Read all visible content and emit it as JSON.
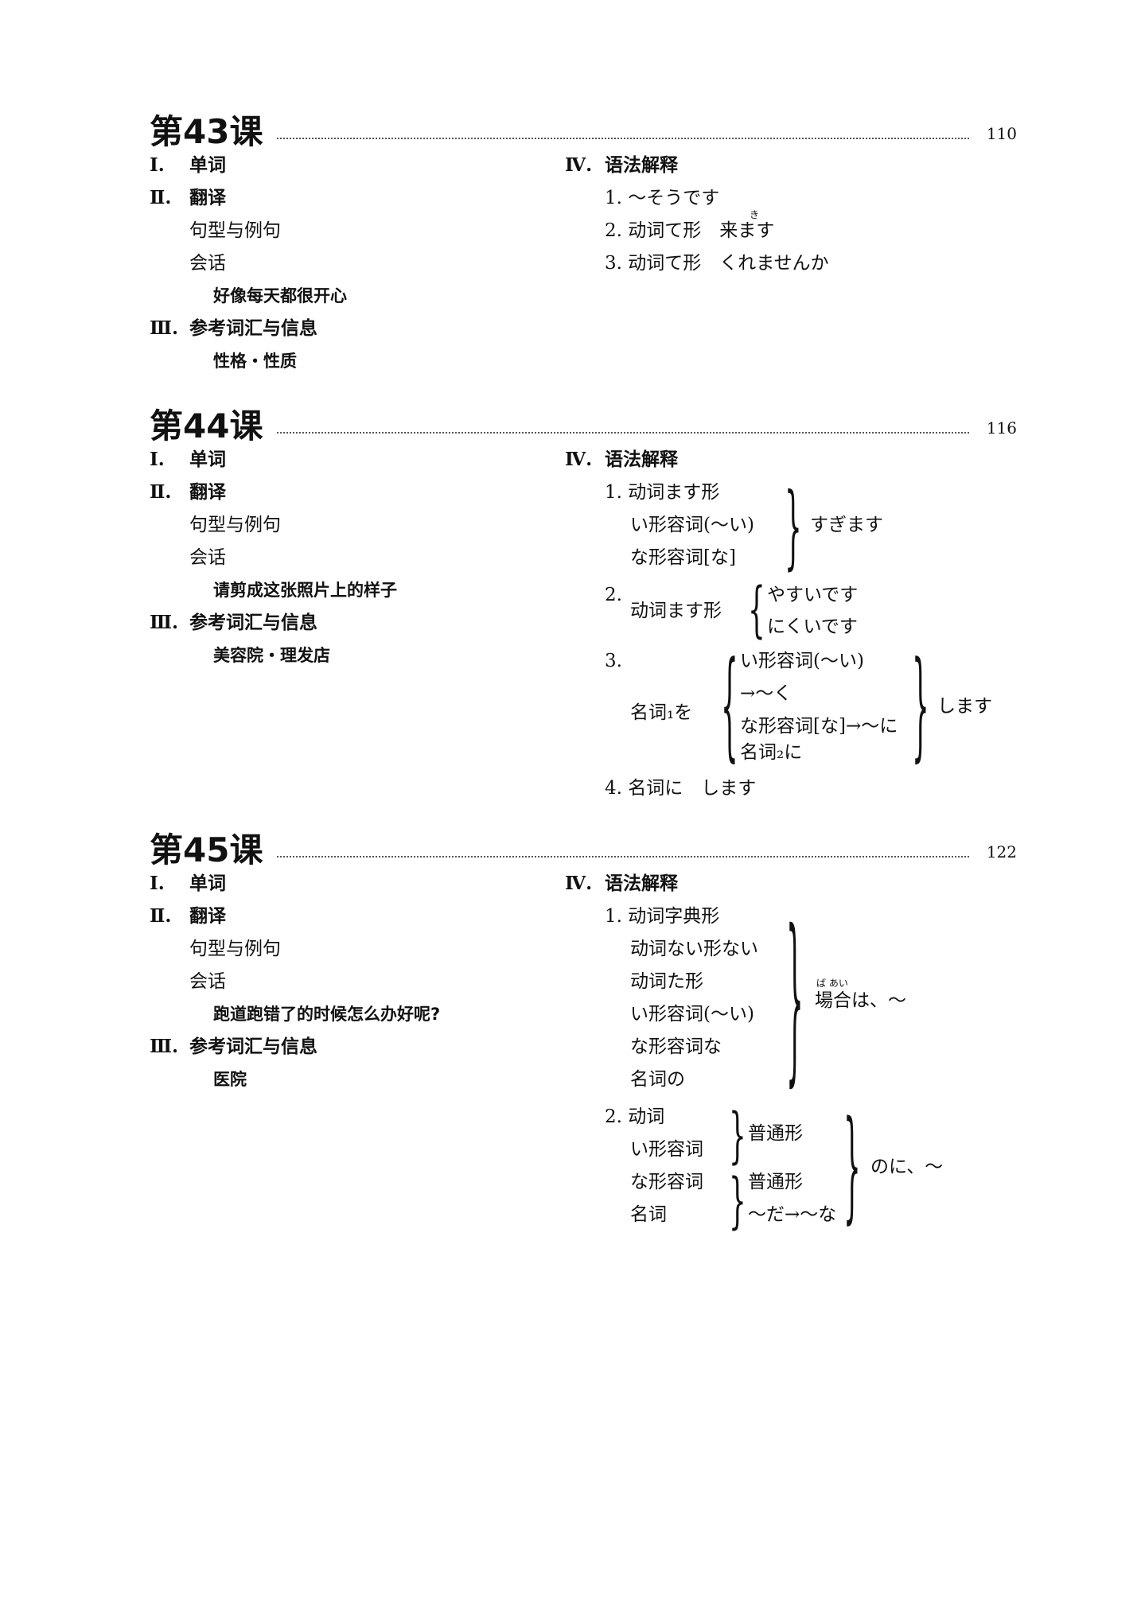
{
  "lessons": [
    {
      "title": "第43课",
      "page": "110",
      "left": {
        "item1": {
          "num": "Ⅰ.",
          "label": "单词"
        },
        "item2": {
          "num": "Ⅱ.",
          "label": "翻译"
        },
        "sub1": "句型与例句",
        "sub2": "会话",
        "dialog": "好像每天都很开心",
        "item3": {
          "num": "Ⅲ.",
          "label": "参考词汇与信息"
        },
        "info": "性格・性质"
      },
      "grammar": {
        "num": "Ⅳ.",
        "label": "语法解释",
        "g1": "1. ～そうです",
        "g2": "2. 动词て形　来ます",
        "g2_ruby": "き",
        "g3": "3. 动词て形　くれませんか"
      }
    },
    {
      "title": "第44课",
      "page": "116",
      "left": {
        "item1": {
          "num": "Ⅰ.",
          "label": "单词"
        },
        "item2": {
          "num": "Ⅱ.",
          "label": "翻译"
        },
        "sub1": "句型与例句",
        "sub2": "会话",
        "dialog": "请剪成这张照片上的样子",
        "item3": {
          "num": "Ⅲ.",
          "label": "参考词汇与信息"
        },
        "info": "美容院・理发店"
      },
      "grammar": {
        "num": "Ⅳ.",
        "label": "语法解释",
        "g1_a": "1. 动词ます形",
        "g1_b": "い形容词(～い)",
        "g1_c": "な形容词[な]",
        "g1_result": "すぎます",
        "g2_num": "2.",
        "g2_base": "动词ます形",
        "g2_a": "やすいです",
        "g2_b": "にくいです",
        "g3_num": "3.",
        "g3_noun": "名词₁を",
        "g3_a": "い形容词(～い)",
        "g3_b": "→～く",
        "g3_c": "な形容词[な]→～に",
        "g3_d": "名词₂に",
        "g3_result": "します",
        "g4": "4. 名词に　します"
      }
    },
    {
      "title": "第45课",
      "page": "122",
      "left": {
        "item1": {
          "num": "Ⅰ.",
          "label": "单词"
        },
        "item2": {
          "num": "Ⅱ.",
          "label": "翻译"
        },
        "sub1": "句型与例句",
        "sub2": "会话",
        "dialog": "跑道跑错了的时候怎么办好呢?",
        "item3": {
          "num": "Ⅲ.",
          "label": "参考词汇与信息"
        },
        "info": "医院"
      },
      "grammar": {
        "num": "Ⅳ.",
        "label": "语法解释",
        "g1_a": "1. 动词字典形",
        "g1_b": "动词ない形ない",
        "g1_c": "动词た形",
        "g1_d": "い形容词(～い)",
        "g1_e": "な形容词な",
        "g1_f": "名词の",
        "g1_result": "場合は、～",
        "g1_ruby": "ば あい",
        "g2_a": "2. 动词",
        "g2_b": "い形容词",
        "g2_c": "な形容词",
        "g2_d": "名词",
        "g2_form1": "普通形",
        "g2_form2": "普通形",
        "g2_form3": "～だ→～な",
        "g2_result": "のに、～"
      }
    }
  ]
}
